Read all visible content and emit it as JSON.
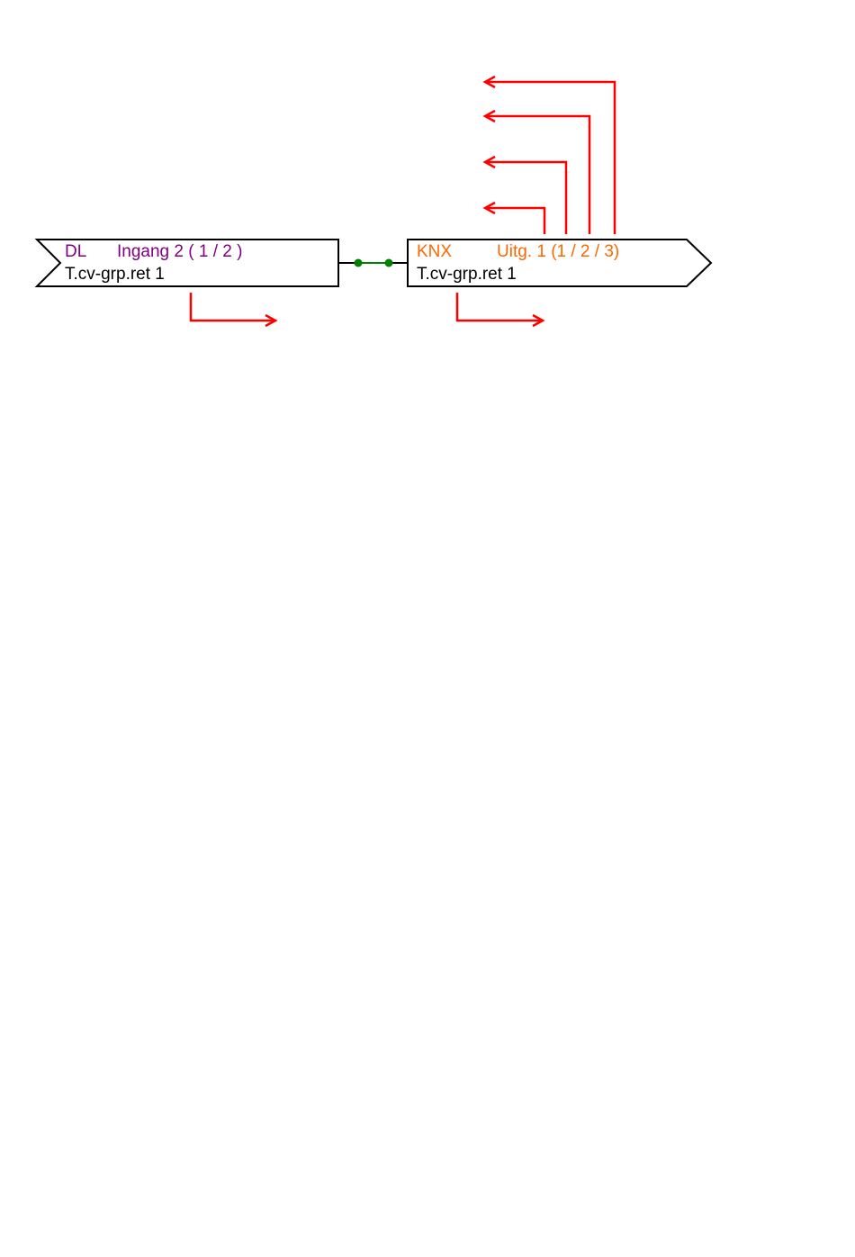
{
  "colors": {
    "input_block_title": "#800080",
    "output_block_title": "#ff6600",
    "link": "#008000",
    "arrows": "#ff0000"
  },
  "input_block": {
    "type": "DL",
    "label": "Ingang 2 ( 1 / 2 )",
    "name": "T.cv-grp.ret 1"
  },
  "output_block": {
    "type": "KNX",
    "label": "Uitg. 1 (1 / 2 / 3)",
    "name": "T.cv-grp.ret 1"
  }
}
